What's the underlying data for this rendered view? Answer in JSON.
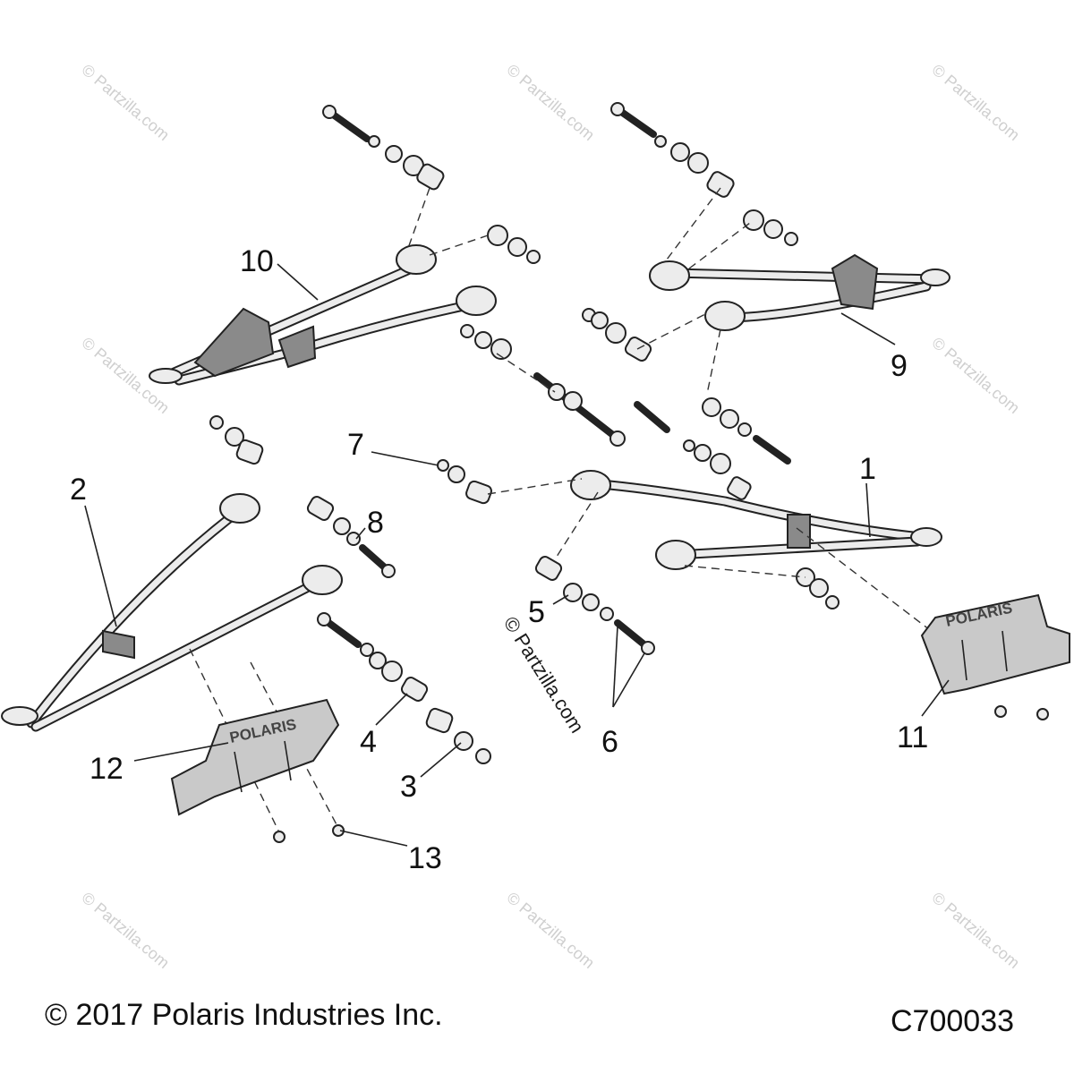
{
  "callouts": {
    "c1": "1",
    "c2": "2",
    "c3": "3",
    "c4": "4",
    "c5": "5",
    "c6": "6",
    "c7": "7",
    "c8": "8",
    "c9": "9",
    "c10": "10",
    "c11": "11",
    "c12": "12",
    "c13": "13"
  },
  "copyright": "© 2017 Polaris Industries Inc.",
  "diagram_code": "C700033",
  "watermark": "© Partzilla.com",
  "brand_mark": "POLARIS",
  "colors": {
    "line": "#222222",
    "fill": "#ececec",
    "plate": "#c9c9c9",
    "watermark": "#cfcfcf"
  }
}
